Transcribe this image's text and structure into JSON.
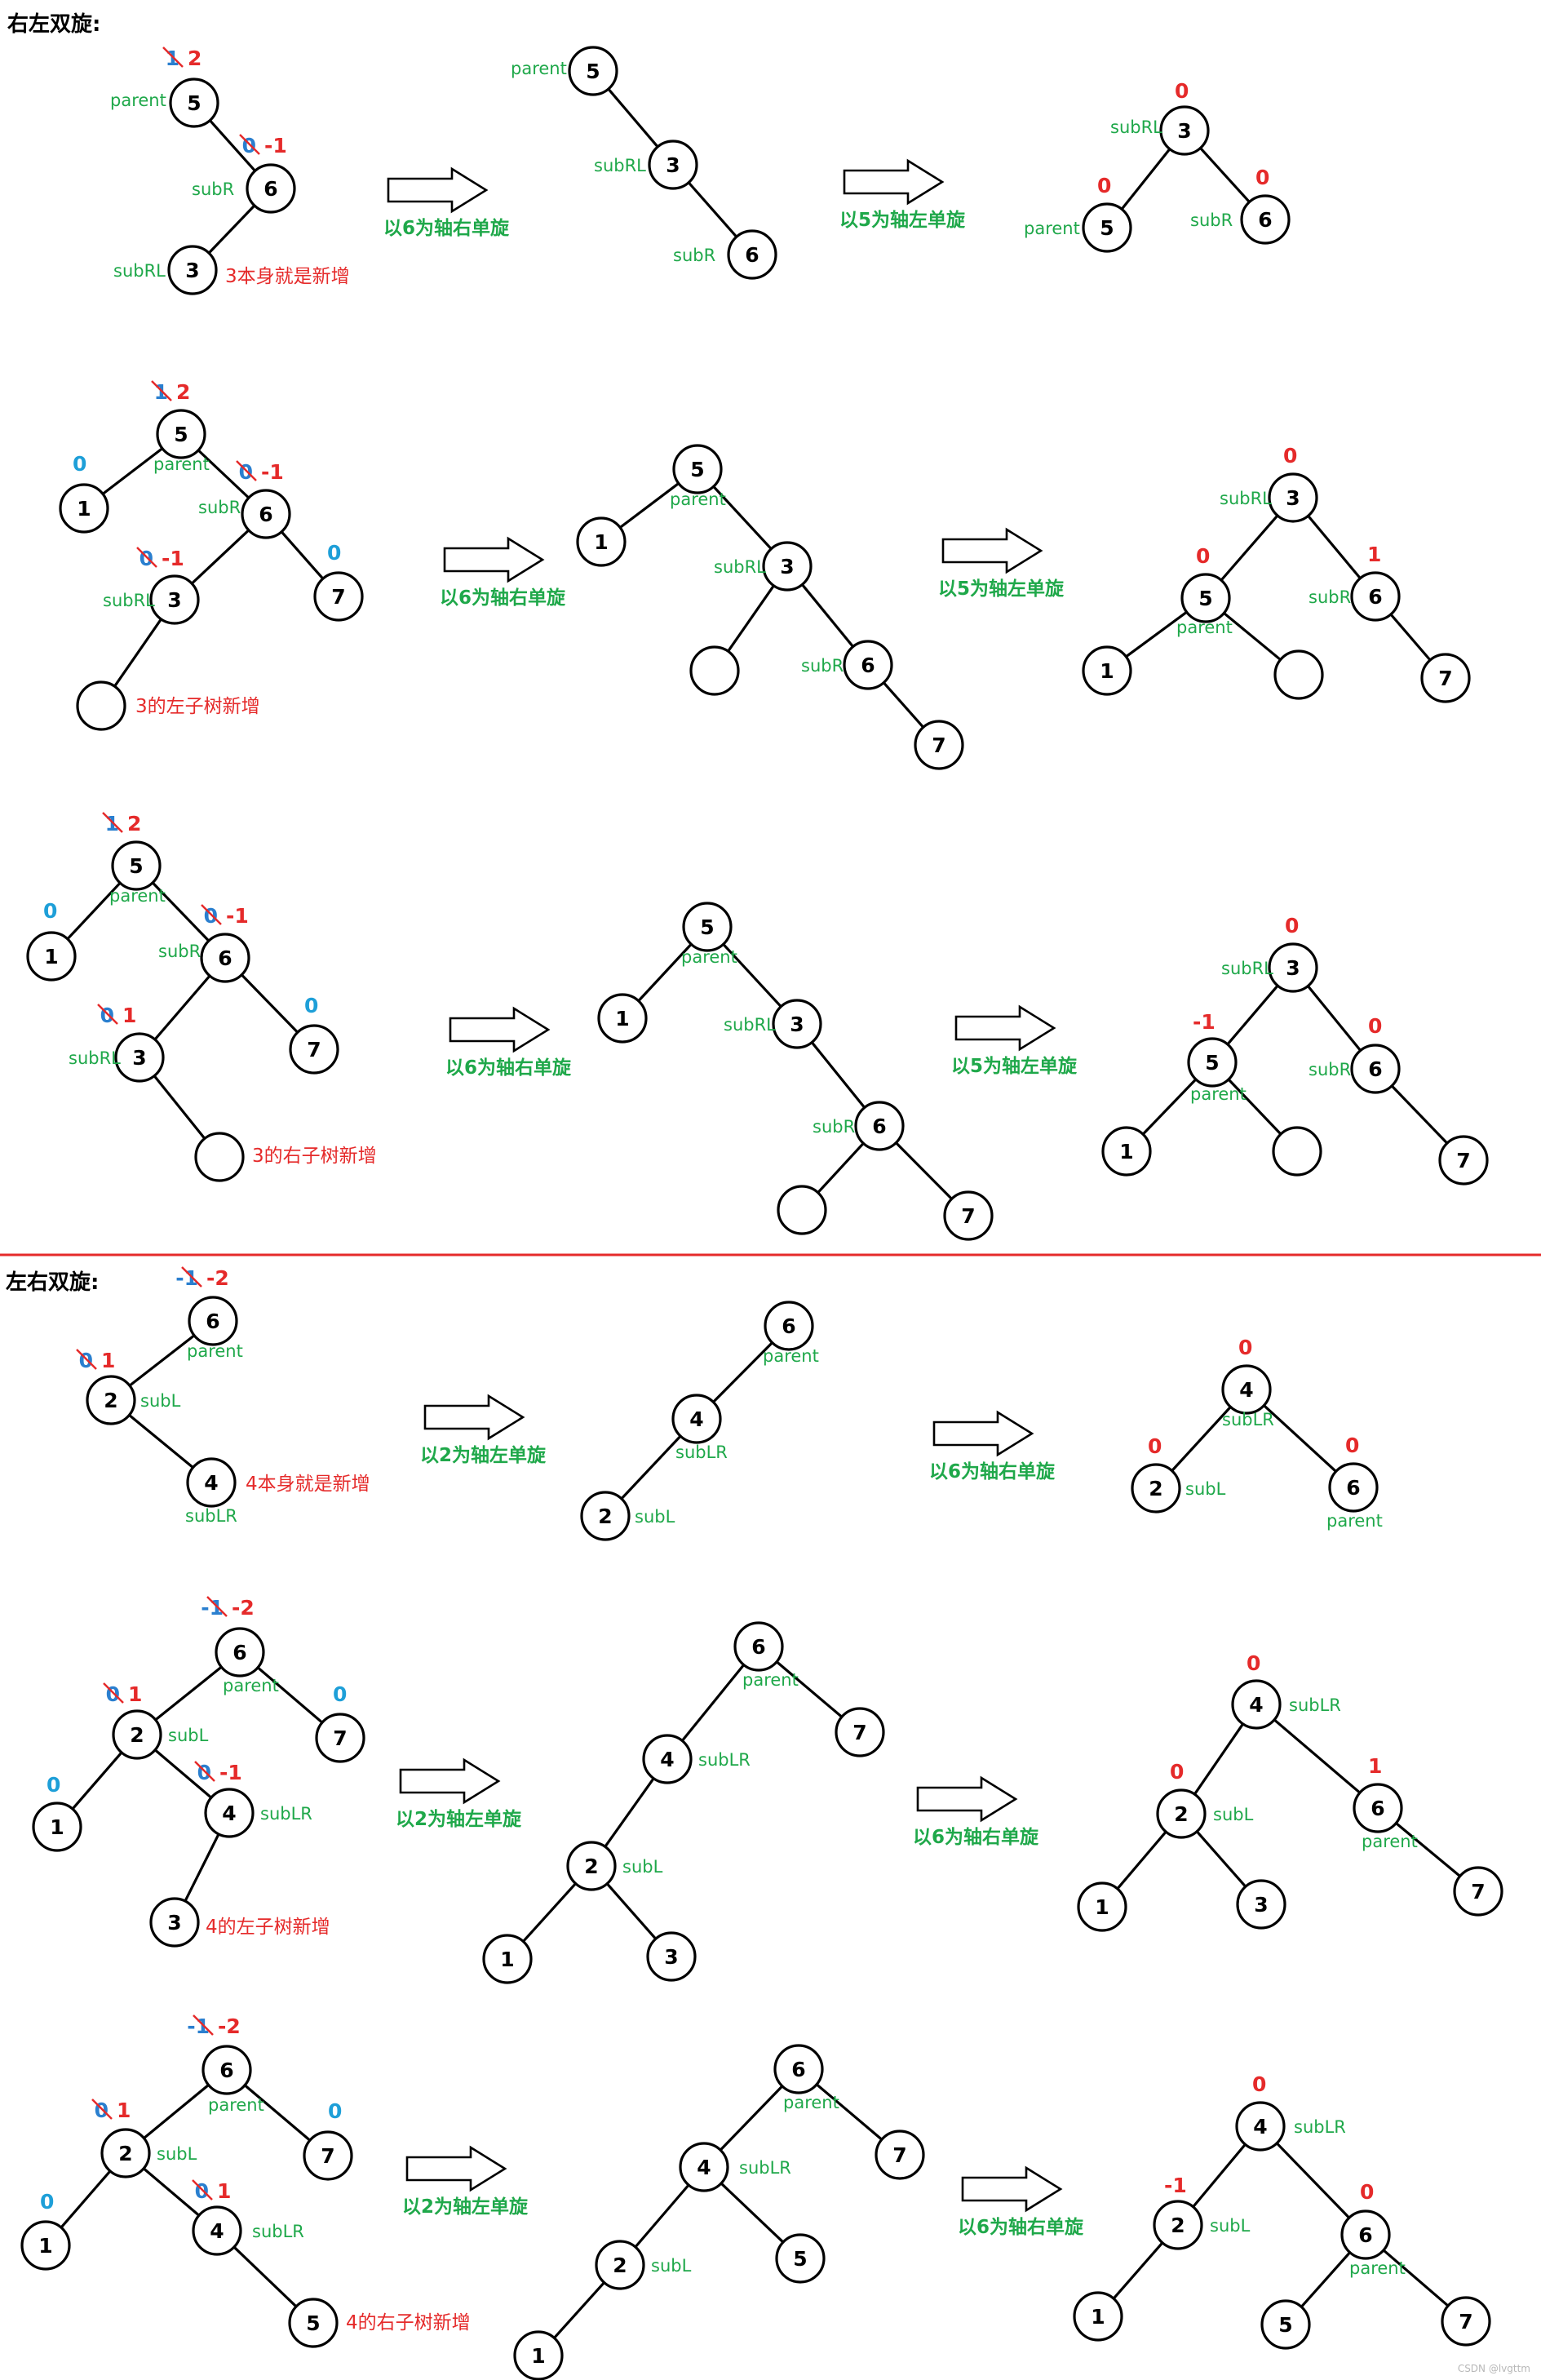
{
  "colors": {
    "tag": "#1fa84a",
    "step": "#1fa84a",
    "bf_new": "#e52a2a",
    "bf_leaf": "#1e9fd8",
    "bf_old": "#2a7fcf",
    "strike": "#e52a2a",
    "note": "#e52a2a",
    "divider": "#e52a2a"
  },
  "headings": {
    "right_left": "右左双旋:",
    "left_right": "左右双旋:"
  },
  "watermark": "CSDN @lvgttm",
  "scenes": [
    {
      "id": "rl-1",
      "nodes": [
        {
          "v": "5",
          "tag": "parent",
          "bf": "2",
          "bf_old": "1"
        },
        {
          "v": "6",
          "tag": "subR",
          "bf": "-1",
          "bf_old": "0"
        },
        {
          "v": "3",
          "tag": "subRL",
          "bf": ""
        }
      ],
      "note": "3本身就是新增"
    },
    {
      "id": "rl-1b",
      "nodes": [
        {
          "v": "5",
          "tag": "parent"
        },
        {
          "v": "3",
          "tag": "subRL"
        },
        {
          "v": "6",
          "tag": "subR"
        }
      ]
    },
    {
      "id": "rl-1c",
      "nodes": [
        {
          "v": "3",
          "tag": "subRL",
          "bf": "0"
        },
        {
          "v": "5",
          "tag": "parent",
          "bf": "0"
        },
        {
          "v": "6",
          "tag": "subR",
          "bf": "0"
        }
      ]
    },
    {
      "id": "rl-2",
      "nodes": [
        {
          "v": "5",
          "tag": "parent",
          "bf": "2",
          "bf_old": "1"
        },
        {
          "v": "1",
          "tag": "",
          "bf": "0"
        },
        {
          "v": "6",
          "tag": "subR",
          "bf": "-1",
          "bf_old": "0"
        },
        {
          "v": "3",
          "tag": "subRL",
          "bf": "-1",
          "bf_old": "0"
        },
        {
          "v": "7",
          "tag": "",
          "bf": "0"
        },
        {
          "v": "",
          "tag": ""
        }
      ],
      "note": "3的左子树新增"
    },
    {
      "id": "rl-2b",
      "nodes": [
        {
          "v": "5",
          "tag": "parent"
        },
        {
          "v": "1",
          "tag": ""
        },
        {
          "v": "3",
          "tag": "subRL"
        },
        {
          "v": "",
          "tag": ""
        },
        {
          "v": "6",
          "tag": "subR"
        },
        {
          "v": "7",
          "tag": ""
        }
      ]
    },
    {
      "id": "rl-2c",
      "nodes": [
        {
          "v": "3",
          "tag": "subRL",
          "bf": "0"
        },
        {
          "v": "5",
          "tag": "parent",
          "bf": "0"
        },
        {
          "v": "6",
          "tag": "subR",
          "bf": "1"
        },
        {
          "v": "1",
          "tag": ""
        },
        {
          "v": "",
          "tag": ""
        },
        {
          "v": "7",
          "tag": ""
        }
      ]
    },
    {
      "id": "rl-3",
      "nodes": [
        {
          "v": "5",
          "tag": "parent",
          "bf": "2",
          "bf_old": "1"
        },
        {
          "v": "1",
          "tag": "",
          "bf": "0"
        },
        {
          "v": "6",
          "tag": "subR",
          "bf": "-1",
          "bf_old": "0"
        },
        {
          "v": "3",
          "tag": "subRL",
          "bf": "1",
          "bf_old": "0"
        },
        {
          "v": "7",
          "tag": "",
          "bf": "0"
        },
        {
          "v": "",
          "tag": ""
        }
      ],
      "note": "3的右子树新增"
    },
    {
      "id": "rl-3b",
      "nodes": [
        {
          "v": "5",
          "tag": "parent"
        },
        {
          "v": "1",
          "tag": ""
        },
        {
          "v": "3",
          "tag": "subRL"
        },
        {
          "v": "6",
          "tag": "subR"
        },
        {
          "v": "",
          "tag": ""
        },
        {
          "v": "7",
          "tag": ""
        }
      ]
    },
    {
      "id": "rl-3c",
      "nodes": [
        {
          "v": "3",
          "tag": "subRL",
          "bf": "0"
        },
        {
          "v": "5",
          "tag": "parent",
          "bf": "-1"
        },
        {
          "v": "6",
          "tag": "subR",
          "bf": "0"
        },
        {
          "v": "1",
          "tag": ""
        },
        {
          "v": "",
          "tag": ""
        },
        {
          "v": "7",
          "tag": ""
        }
      ]
    },
    {
      "id": "lr-1",
      "nodes": [
        {
          "v": "6",
          "tag": "parent",
          "bf": "-2",
          "bf_old": "-1"
        },
        {
          "v": "2",
          "tag": "subL",
          "bf": "1",
          "bf_old": "0"
        },
        {
          "v": "4",
          "tag": "subLR",
          "bf": ""
        }
      ],
      "note": "4本身就是新增"
    },
    {
      "id": "lr-1b",
      "nodes": [
        {
          "v": "6",
          "tag": "parent"
        },
        {
          "v": "4",
          "tag": "subLR"
        },
        {
          "v": "2",
          "tag": "subL"
        }
      ]
    },
    {
      "id": "lr-1c",
      "nodes": [
        {
          "v": "4",
          "tag": "subLR",
          "bf": "0"
        },
        {
          "v": "2",
          "tag": "subL",
          "bf": "0"
        },
        {
          "v": "6",
          "tag": "parent",
          "bf": "0"
        }
      ]
    },
    {
      "id": "lr-2",
      "nodes": [
        {
          "v": "6",
          "tag": "parent",
          "bf": "-2",
          "bf_old": "-1"
        },
        {
          "v": "2",
          "tag": "subL",
          "bf": "1",
          "bf_old": "0"
        },
        {
          "v": "7",
          "tag": "",
          "bf": "0"
        },
        {
          "v": "1",
          "tag": "",
          "bf": "0"
        },
        {
          "v": "4",
          "tag": "subLR",
          "bf": "-1",
          "bf_old": "0"
        },
        {
          "v": "3",
          "tag": ""
        }
      ],
      "note": "4的左子树新增"
    },
    {
      "id": "lr-2b",
      "nodes": [
        {
          "v": "6",
          "tag": "parent"
        },
        {
          "v": "7",
          "tag": ""
        },
        {
          "v": "4",
          "tag": "subLR"
        },
        {
          "v": "2",
          "tag": "subL"
        },
        {
          "v": "1",
          "tag": ""
        },
        {
          "v": "3",
          "tag": ""
        }
      ]
    },
    {
      "id": "lr-2c",
      "nodes": [
        {
          "v": "4",
          "tag": "subLR",
          "bf": "0"
        },
        {
          "v": "2",
          "tag": "subL",
          "bf": "0"
        },
        {
          "v": "6",
          "tag": "parent",
          "bf": "1"
        },
        {
          "v": "1",
          "tag": ""
        },
        {
          "v": "3",
          "tag": ""
        },
        {
          "v": "7",
          "tag": ""
        }
      ]
    },
    {
      "id": "lr-3",
      "nodes": [
        {
          "v": "6",
          "tag": "parent",
          "bf": "-2",
          "bf_old": "-1"
        },
        {
          "v": "2",
          "tag": "subL",
          "bf": "1",
          "bf_old": "0"
        },
        {
          "v": "7",
          "tag": "",
          "bf": "0"
        },
        {
          "v": "1",
          "tag": "",
          "bf": "0"
        },
        {
          "v": "4",
          "tag": "subLR",
          "bf": "1",
          "bf_old": "0"
        },
        {
          "v": "5",
          "tag": ""
        }
      ],
      "note": "4的右子树新增"
    },
    {
      "id": "lr-3b",
      "nodes": [
        {
          "v": "6",
          "tag": "parent"
        },
        {
          "v": "7",
          "tag": ""
        },
        {
          "v": "4",
          "tag": "subLR"
        },
        {
          "v": "5",
          "tag": ""
        },
        {
          "v": "2",
          "tag": "subL"
        },
        {
          "v": "1",
          "tag": ""
        }
      ]
    },
    {
      "id": "lr-3c",
      "nodes": [
        {
          "v": "4",
          "tag": "subLR",
          "bf": "0"
        },
        {
          "v": "2",
          "tag": "subL",
          "bf": "-1"
        },
        {
          "v": "6",
          "tag": "parent",
          "bf": "0"
        },
        {
          "v": "5",
          "tag": ""
        },
        {
          "v": "7",
          "tag": ""
        },
        {
          "v": "1",
          "tag": ""
        }
      ]
    }
  ],
  "steps": [
    "以6为轴右单旋",
    "以5为轴左单旋",
    "以6为轴右单旋",
    "以5为轴左单旋",
    "以6为轴右单旋",
    "以5为轴左单旋",
    "以2为轴左单旋",
    "以6为轴右单旋",
    "以2为轴左单旋",
    "以6为轴右单旋",
    "以2为轴左单旋",
    "以6为轴右单旋"
  ]
}
